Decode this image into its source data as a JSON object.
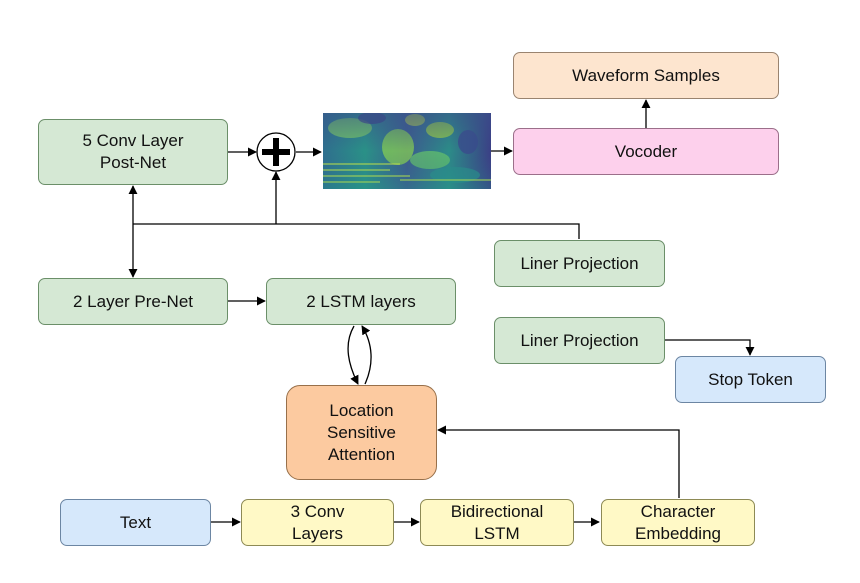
{
  "nodes": {
    "postnet": {
      "line1": "5 Conv Layer",
      "line2": "Post-Net"
    },
    "prenet": "2 Layer Pre-Net",
    "lstm": "2 LSTM layers",
    "attention": {
      "line1": "Location",
      "line2": "Sensitive",
      "line3": "Attention"
    },
    "text": "Text",
    "conv3": {
      "line1": "3 Conv",
      "line2": "Layers"
    },
    "bilstm": {
      "line1": "Bidirectional",
      "line2": "LSTM"
    },
    "char_embed": {
      "line1": "Character",
      "line2": "Embedding"
    },
    "liner_proj_1": "Liner Projection",
    "liner_proj_2": "Liner Projection",
    "stop_token": "Stop Token",
    "vocoder": "Vocoder",
    "waveform": "Waveform Samples"
  },
  "colors": {
    "green": "#d5e8d4",
    "yellow": "#fff9c6",
    "blue": "#d6e8fb",
    "peach": "#fde5cf",
    "pink": "#fdd0ec",
    "orange": "#fccaa0",
    "edge": "#000000"
  },
  "icons": {
    "sum": "plus-circle-icon",
    "spectrogram": "mel-spectrogram-image"
  }
}
